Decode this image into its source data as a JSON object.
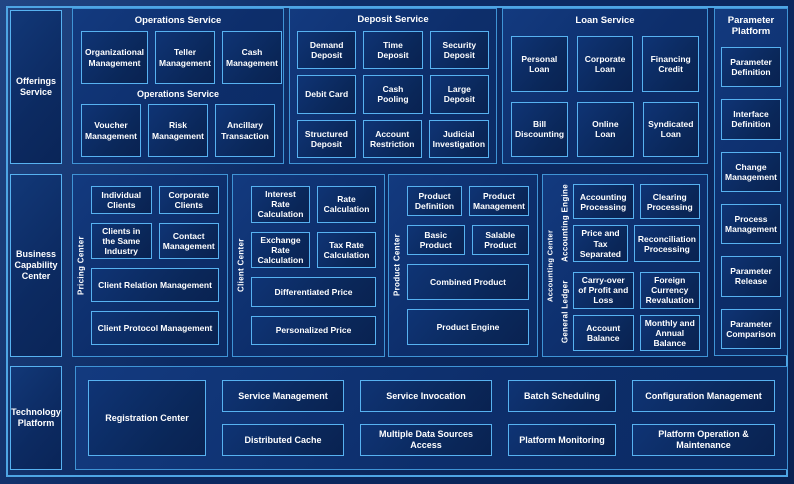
{
  "colors": {
    "background": "#0c2a63",
    "panel_border": "#3f94d6",
    "box_border": "#57b2f1",
    "frame_border": "#4ea5e4",
    "text": "#ffffff"
  },
  "left_rail": {
    "offerings": "Offerings Service",
    "business": "Business Capability Center",
    "technology": "Technology Platform"
  },
  "operations": {
    "title": "Operations Service",
    "mid_label": "Operations Service",
    "row1": [
      "Organizational Management",
      "Teller Management",
      "Cash Management"
    ],
    "row2": [
      "Voucher Management",
      "Risk Management",
      "Ancillary Transaction"
    ]
  },
  "deposit": {
    "title": "Deposit Service",
    "rows": [
      [
        "Demand Deposit",
        "Time Deposit",
        "Security Deposit"
      ],
      [
        "Debit Card",
        "Cash Pooling",
        "Large Deposit"
      ],
      [
        "Structured Deposit",
        "Account Restriction",
        "Judicial Investigation"
      ]
    ]
  },
  "loan": {
    "title": "Loan Service",
    "rows": [
      [
        "Personal Loan",
        "Corporate Loan",
        "Financing Credit"
      ],
      [
        "Bill Discounting",
        "Online Loan",
        "Syndicated Loan"
      ]
    ]
  },
  "parameter": {
    "title": "Parameter Platform",
    "boxes": [
      "Parameter Definition",
      "Interface Definition",
      "Change Management",
      "Process Management",
      "Parameter Release",
      "Parameter Comparison"
    ]
  },
  "pricing": {
    "label": "Pricing Center",
    "small": [
      "Individual Clients",
      "Corporate Clients",
      "Clients in the Same Industry",
      "Contact Management"
    ],
    "wide": [
      "Client Relation Management",
      "Client Protocol Management"
    ]
  },
  "client": {
    "label": "Client Center",
    "small": [
      "Interest Rate Calculation",
      "Rate Calculation",
      "Exchange Rate Calculation",
      "Tax Rate Calculation"
    ],
    "wide": [
      "Differentiated Price",
      "Personalized Price"
    ]
  },
  "product": {
    "label": "Product Center",
    "small": [
      "Product Definition",
      "Product Management",
      "Basic Product",
      "Salable Product"
    ],
    "wide": [
      "Combined Product",
      "Product Engine"
    ]
  },
  "accounting": {
    "label": "Accounting Center",
    "engine": {
      "label": "Accounting Engine",
      "boxes": [
        "Accounting Processing",
        "Clearing Processing",
        "Price and Tax Separated",
        "Reconciliation Processing"
      ]
    },
    "ledger": {
      "label": "General Ledger",
      "boxes": [
        "Carry-over of Profit and Loss",
        "Foreign Currency Revaluation",
        "Account Balance",
        "Monthly and Annual Balance"
      ]
    }
  },
  "technology": {
    "registration": "Registration Center",
    "columns": [
      [
        "Service Management",
        "Distributed Cache"
      ],
      [
        "Service Invocation",
        "Multiple Data Sources Access"
      ],
      [
        "Batch Scheduling",
        "Platform Monitoring"
      ],
      [
        "Configuration Management",
        "Platform Operation & Maintenance"
      ]
    ]
  }
}
